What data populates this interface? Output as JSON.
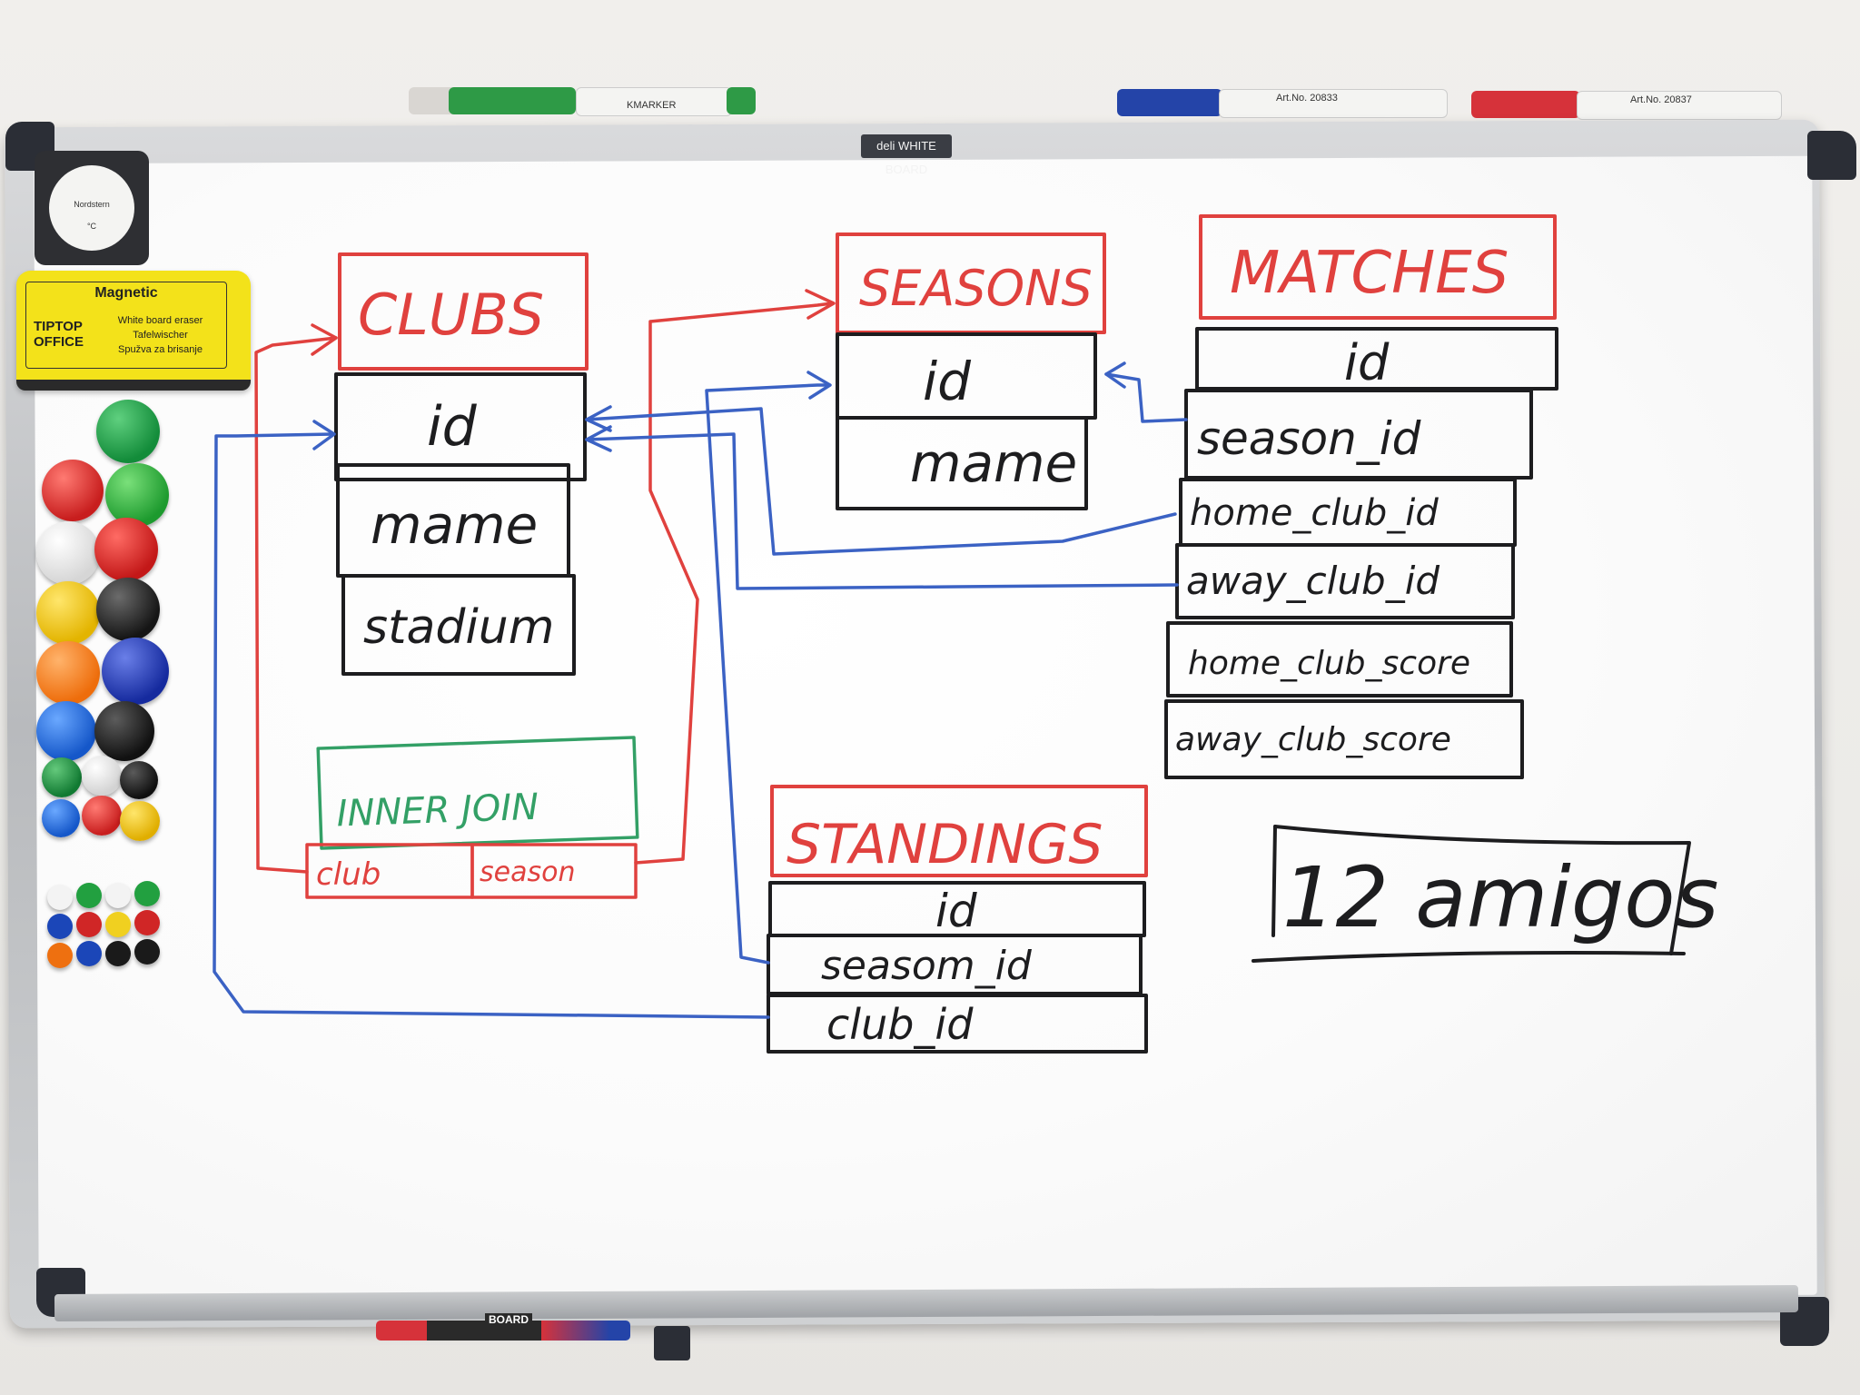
{
  "board": {
    "brand": "deli WHITE BOARD"
  },
  "markers_top": [
    {
      "label": "KMARKER",
      "color": "#2e9a46"
    },
    {
      "label": "Art.No. 20833",
      "color": "#2444a8"
    },
    {
      "label": "Art.No. 20837",
      "color": "#d6323a"
    }
  ],
  "thermometer": {
    "brand": "Nordstern",
    "unit": "°C"
  },
  "eraser": {
    "title": "Magnetic",
    "logo_line1": "TIPTOP",
    "logo_line2": "OFFICE",
    "line1": "White board eraser",
    "line2": "Tafelwischer",
    "line3": "Spužva za brisanje"
  },
  "colors": {
    "red_ink": "#e0413e",
    "blue_ink": "#3b62c4",
    "black_ink": "#1d1d1f",
    "green_ink": "#33a066"
  },
  "diagram": {
    "clubs": {
      "title": "CLUBS",
      "fields": [
        "id",
        "mame",
        "stadium"
      ]
    },
    "seasons": {
      "title": "SEASONS",
      "fields": [
        "id",
        "mame"
      ]
    },
    "matches": {
      "title": "MATCHES",
      "fields": [
        "id",
        "season_id",
        "home_club_id",
        "away_club_id",
        "home_club_score",
        "away_club_score"
      ]
    },
    "standings": {
      "title": "STANDINGS",
      "fields": [
        "id",
        "seasom_id",
        "club_id"
      ]
    },
    "inner_join": {
      "title": "INNER JOIN",
      "fields": [
        "club",
        "season"
      ]
    },
    "team_name": "12 amigos"
  },
  "tray_marker": {
    "label": "BOARD"
  }
}
